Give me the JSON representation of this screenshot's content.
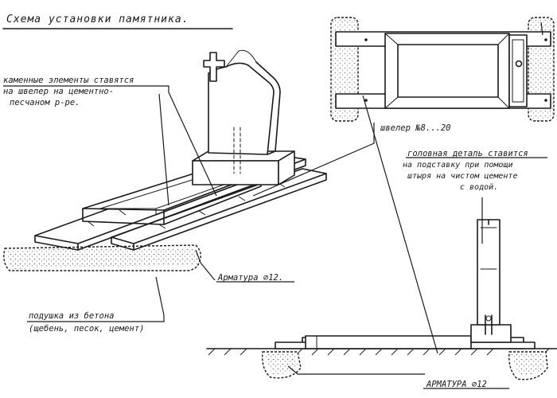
{
  "title": "Схема установки памятника.",
  "labels": {
    "stone_line1": "каменные элементы ставятся",
    "stone_line2": "на швелер на цементно-",
    "stone_line3": "песчаном р-ре.",
    "channel": "швелер №8...20",
    "head_line1": "головная деталь ставится",
    "head_line2": "на подставку при помощи",
    "head_line3": "штыря на чистом цементе",
    "head_line4": "с водой.",
    "rebar_left": "Арматура ⌀12.",
    "cushion_line1": "подушка из бетона",
    "cushion_line2": "(щебень, песок, цемент)",
    "rebar_right": "АРМАТУРА ⌀12"
  }
}
